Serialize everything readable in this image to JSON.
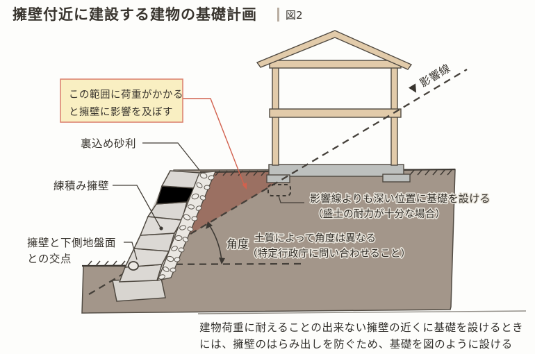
{
  "header": {
    "title": "擁壁付近に建設する建物の基礎計画",
    "figure_label": "図2"
  },
  "callout": {
    "line1": "この範囲に荷重がかかる",
    "line2": "と擁壁に影響を及ぼす"
  },
  "labels": {
    "backfill_gravel": "裏込め砂利",
    "masonry_retaining_wall": "練積み擁壁",
    "wall_ground_intersection_line1": "擁壁と下側地盤面",
    "wall_ground_intersection_line2": "との交点",
    "influence_line": "▼ 影響線",
    "angle": "角度",
    "soil_note_line1": "土質によって角度は異なる",
    "soil_note_line2": "（特定行政庁に問い合わせること）",
    "deep_foundation_note_line1": "影響線よりも深い位置に基礎を設ける",
    "deep_foundation_note_line2": "（盛土の耐力が十分な場合）"
  },
  "caption": {
    "line1": "建物荷重に耐えることの出来ない擁壁の近くに基礎を設けるとき",
    "line2": "には、擁壁のはらみ出しを防ぐため、基礎を図のように設ける"
  },
  "colors": {
    "ground": "#a3968a",
    "influence_zone": "#9a6c5e",
    "callout_fill": "#f9efc2",
    "callout_border": "#dc8472",
    "leader_red": "#d2614e",
    "title": "#6b5c50",
    "wood": "#e2cbaa",
    "foundation_concrete": "#bdc0be",
    "stone": "#dbd8d4",
    "gravel_bed": "#eae7e2"
  }
}
